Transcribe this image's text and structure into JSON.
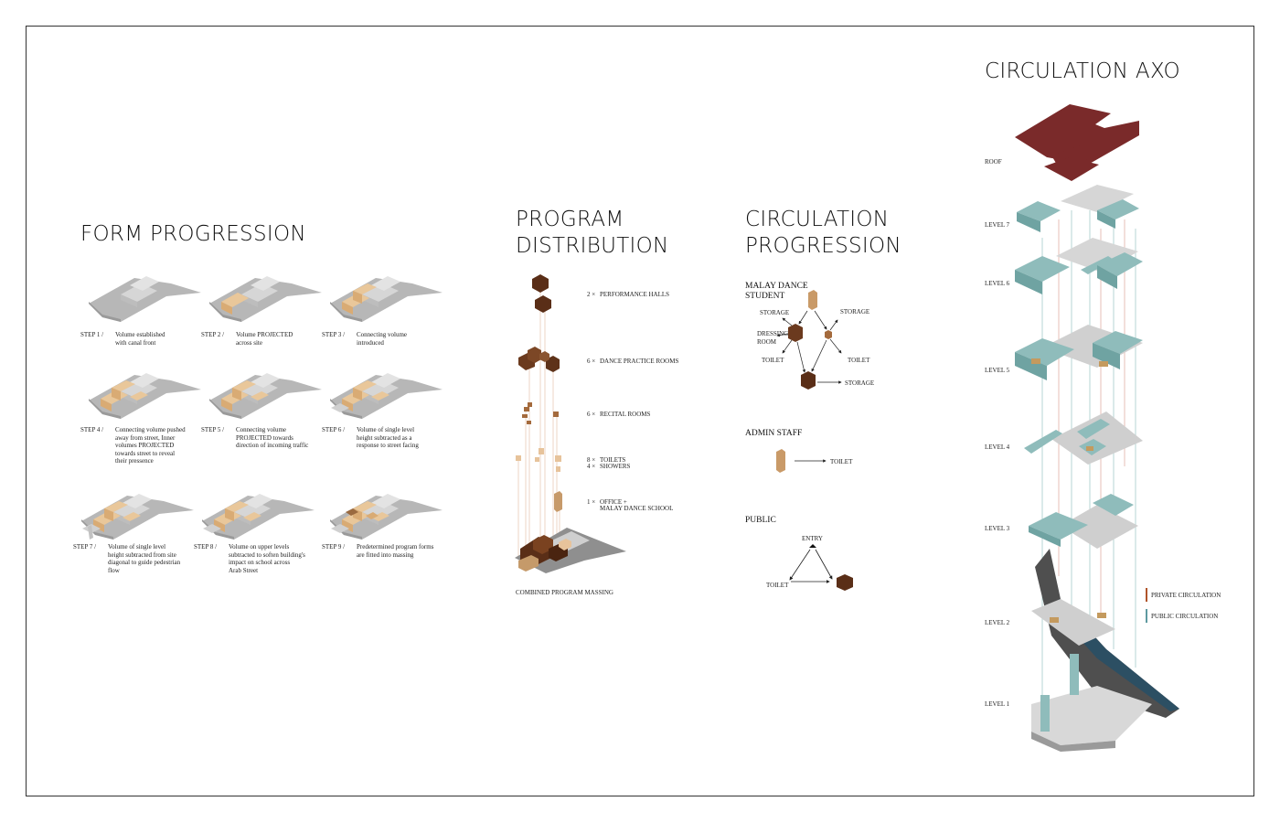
{
  "colors": {
    "tan": "#e9c79a",
    "tan_dark": "#d9ab74",
    "brown": "#6a3a1f",
    "brown_light": "#9a6a3f",
    "grey_block": "#cfcfcf",
    "ground": "#8d8d8d",
    "roof": "#7a2a2a",
    "teal": "#8fbcbb",
    "canal": "#2c4f63",
    "private_line": "#b0542a",
    "public_line": "#5e9aa0"
  },
  "form": {
    "title": "FORM PROGRESSION",
    "steps": [
      {
        "label": "STEP 1 /",
        "desc": "Volume established\nwith canal front"
      },
      {
        "label": "STEP 2 /",
        "desc": "Volume PROJECTED\nacross site"
      },
      {
        "label": "STEP 3 /",
        "desc": "Connecting volume\nintroduced"
      },
      {
        "label": "STEP 4 /",
        "desc": "Connecting volume pushed\naway from street, Inner\nvolumes PROJECTED\ntowards street to  reveal\ntheir pressence"
      },
      {
        "label": "STEP 5 /",
        "desc": "Connecting volume\nPROJECTED towards\ndirection of incoming traffic"
      },
      {
        "label": "STEP 6 /",
        "desc": "Volume of single level\nheight subtracted as a\nresponse to street facing"
      },
      {
        "label": "STEP 7 /",
        "desc": "Volume of single level\nheight subtracted from site\ndiagonal to guide pedestrian\nflow"
      },
      {
        "label": "STEP 8 /",
        "desc": "Volume on upper levels\nsubtracted to soften building's\nimpact on school across\nArab Street"
      },
      {
        "label": "STEP 9 /",
        "desc": "Predetermined program forms\nare fitted into massing"
      }
    ]
  },
  "program": {
    "title": "PROGRAM\nDISTRIBUTION",
    "items": [
      {
        "count": "2 ×",
        "name": "PERFORMANCE HALLS"
      },
      {
        "count": "6 ×",
        "name": "DANCE PRACTICE ROOMS"
      },
      {
        "count": "6 ×",
        "name": "RECITAL ROOMS"
      },
      {
        "count": "8 ×",
        "name": "TOILETS"
      },
      {
        "count": "4 ×",
        "name": "SHOWERS"
      },
      {
        "count": "1 ×",
        "name": "OFFICE +"
      },
      {
        "count": "",
        "name": "MALAY DANCE SCHOOL"
      }
    ],
    "caption": "COMBINED PROGRAM MASSING"
  },
  "circulation": {
    "title": "CIRCULATION\nPROGRESSION",
    "student": {
      "heading": "MALAY DANCE\nSTUDENT",
      "storage": "STORAGE",
      "dressing": "DRESSING\nROOM",
      "toilet": "TOILET"
    },
    "admin": {
      "heading": "ADMIN STAFF",
      "toilet": "TOILET"
    },
    "public": {
      "heading": "PUBLIC",
      "entry": "ENTRY",
      "toilet": "TOILET"
    }
  },
  "axo": {
    "title": "CIRCULATION AXO",
    "levels": [
      "ROOF",
      "LEVEL 7",
      "LEVEL 6",
      "LEVEL 5",
      "LEVEL 4",
      "LEVEL 3",
      "LEVEL 2",
      "LEVEL 1"
    ],
    "legend": {
      "private": "PRIVATE CIRCULATION",
      "public": "PUBLIC CIRCULATION"
    }
  }
}
